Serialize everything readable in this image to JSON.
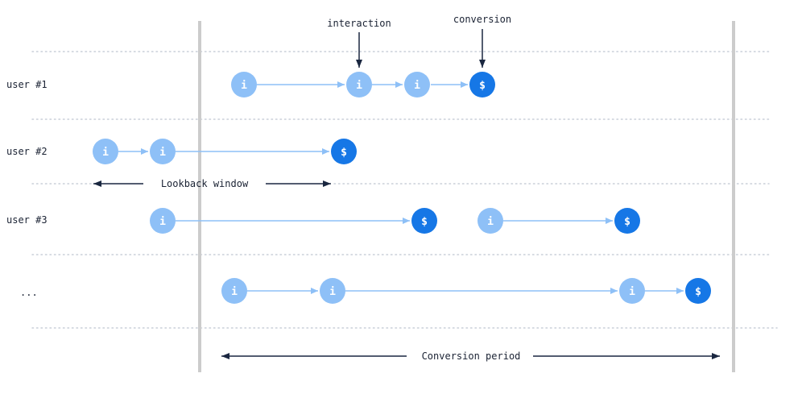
{
  "labels": {
    "interaction": "interaction",
    "conversion": "conversion",
    "lookback_window": "Lookback window",
    "conversion_period": "Conversion period"
  },
  "rows": [
    {
      "label": "user #1"
    },
    {
      "label": "user #2"
    },
    {
      "label": "user #3"
    },
    {
      "label": "..."
    }
  ],
  "icons": {
    "interaction_glyph": "i",
    "conversion_glyph": "$"
  },
  "colors": {
    "interaction": "#8ec0f7",
    "conversion": "#1677e6",
    "arrow": "#8ec0f7",
    "period_line": "#cccccc",
    "dark_arrow": "#1a2740",
    "divider": "#c9cfd8"
  }
}
